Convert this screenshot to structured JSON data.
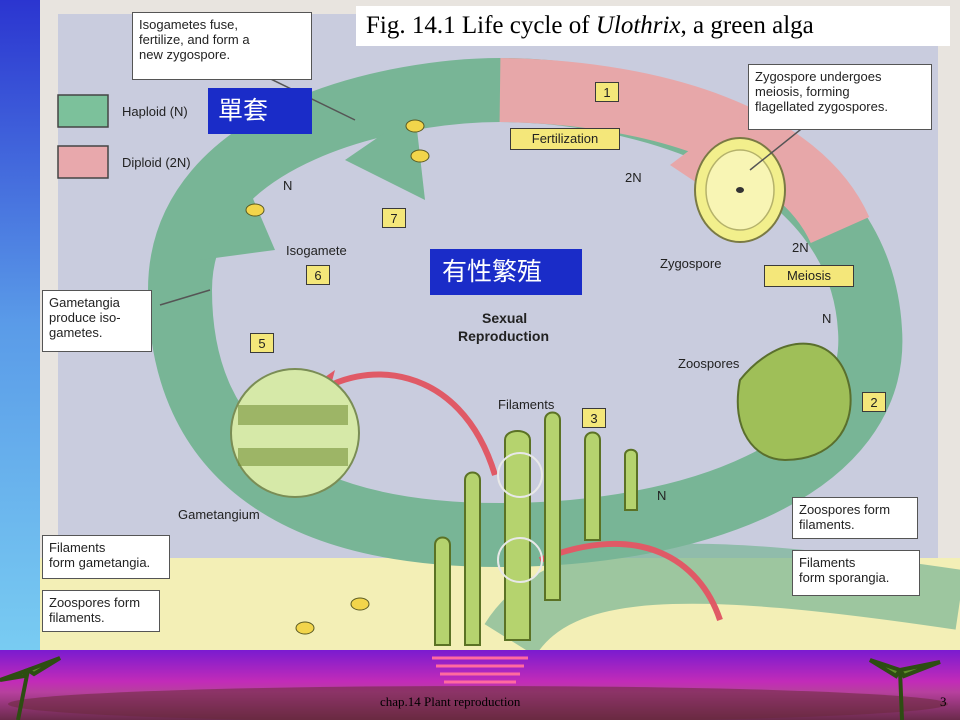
{
  "title": {
    "prefix": "Fig. 14.1 Life cycle of ",
    "genus": "Ulothrix",
    "suffix": ", a green alga"
  },
  "overlays": {
    "haploid_chinese": "單套",
    "sexual_chinese": "有性繁殖"
  },
  "legend": {
    "haploid": "Haploid (N)",
    "diploid": "Diploid (2N)"
  },
  "center": {
    "line1": "Sexual",
    "line2": "Reproduction"
  },
  "callouts": {
    "isogametes_fuse": [
      "Isogametes fuse,",
      "fertilize, and form a",
      "new zygospore."
    ],
    "zygospore_meiosis": [
      "Zygospore undergoes",
      "meiosis, forming",
      "flagellated zygospores."
    ],
    "gametangia_produce": [
      "Gametangia",
      "produce iso-",
      "gametes."
    ],
    "filaments_gametangia": [
      "Filaments",
      "form gametangia."
    ],
    "zoospores_filaments_left": [
      "Zoospores form",
      "filaments."
    ],
    "zoospores_filaments_right": [
      "Zoospores form",
      "filaments."
    ],
    "filaments_sporangia": [
      "Filaments",
      "form sporangia."
    ]
  },
  "stage_labels": {
    "fertilization": "Fertilization",
    "meiosis": "Meiosis"
  },
  "step_numbers": [
    "1",
    "2",
    "3",
    "5",
    "6",
    "7"
  ],
  "labels": {
    "n_top": "N",
    "two_n_top": "2N",
    "two_n_right": "2N",
    "n_right": "N",
    "n_bottom": "N",
    "isogamete": "Isogamete",
    "zygospore": "Zygospore",
    "zoospores": "Zoospores",
    "filaments": "Filaments",
    "gametangium": "Gametangium"
  },
  "footer": {
    "left": "chap.14 Plant reproduction",
    "page": "3"
  },
  "colors": {
    "haploid_green": "#79b89a",
    "diploid_pink": "#e6a9a9",
    "highlight_blue": "#1a2cc8"
  }
}
